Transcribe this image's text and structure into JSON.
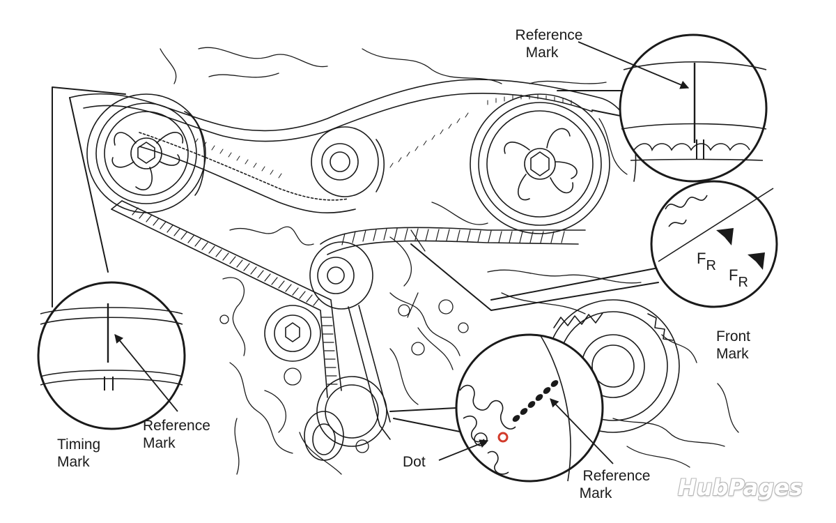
{
  "labels": {
    "reference_mark_top": [
      "Reference",
      "Mark"
    ],
    "front_mark": [
      "Front",
      "Mark"
    ],
    "timing_mark": [
      "Timing",
      "Mark"
    ],
    "reference_mark_left": [
      "Reference",
      "Mark"
    ],
    "dot": "Dot",
    "reference_mark_bottom": [
      "Reference",
      "Mark"
    ],
    "front_symbol_1": [
      "F",
      "R"
    ],
    "front_symbol_2": [
      "F",
      "R"
    ]
  },
  "watermark": "HubPages",
  "colors": {
    "line": "#1a1a1a",
    "dot_marker": "#d23b2b",
    "background": "#ffffff"
  }
}
